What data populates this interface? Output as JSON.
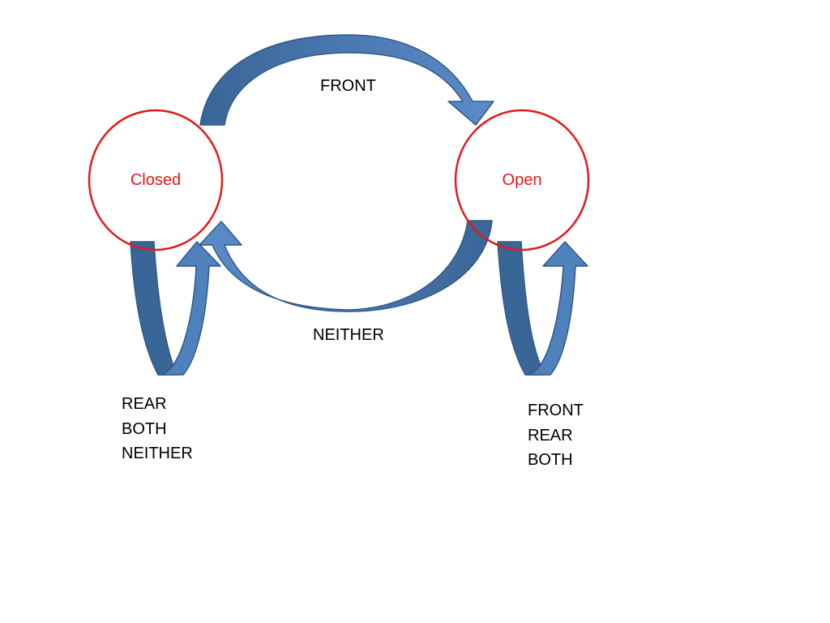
{
  "states": {
    "closed": {
      "label": "Closed"
    },
    "open": {
      "label": "Open"
    }
  },
  "transitions": {
    "closed_to_open": {
      "label": "FRONT"
    },
    "open_to_closed": {
      "label": "NEITHER"
    },
    "closed_self": {
      "conditions": [
        "REAR",
        "BOTH",
        "NEITHER"
      ]
    },
    "open_self": {
      "conditions": [
        "FRONT",
        "REAR",
        "BOTH"
      ]
    }
  },
  "colors": {
    "state_outline": "#e31a1c",
    "state_text": "#e31a1c",
    "arrow_light": "#4f81bd",
    "arrow_dark": "#3a6597",
    "arrow_stroke": "#2f5b8a"
  }
}
